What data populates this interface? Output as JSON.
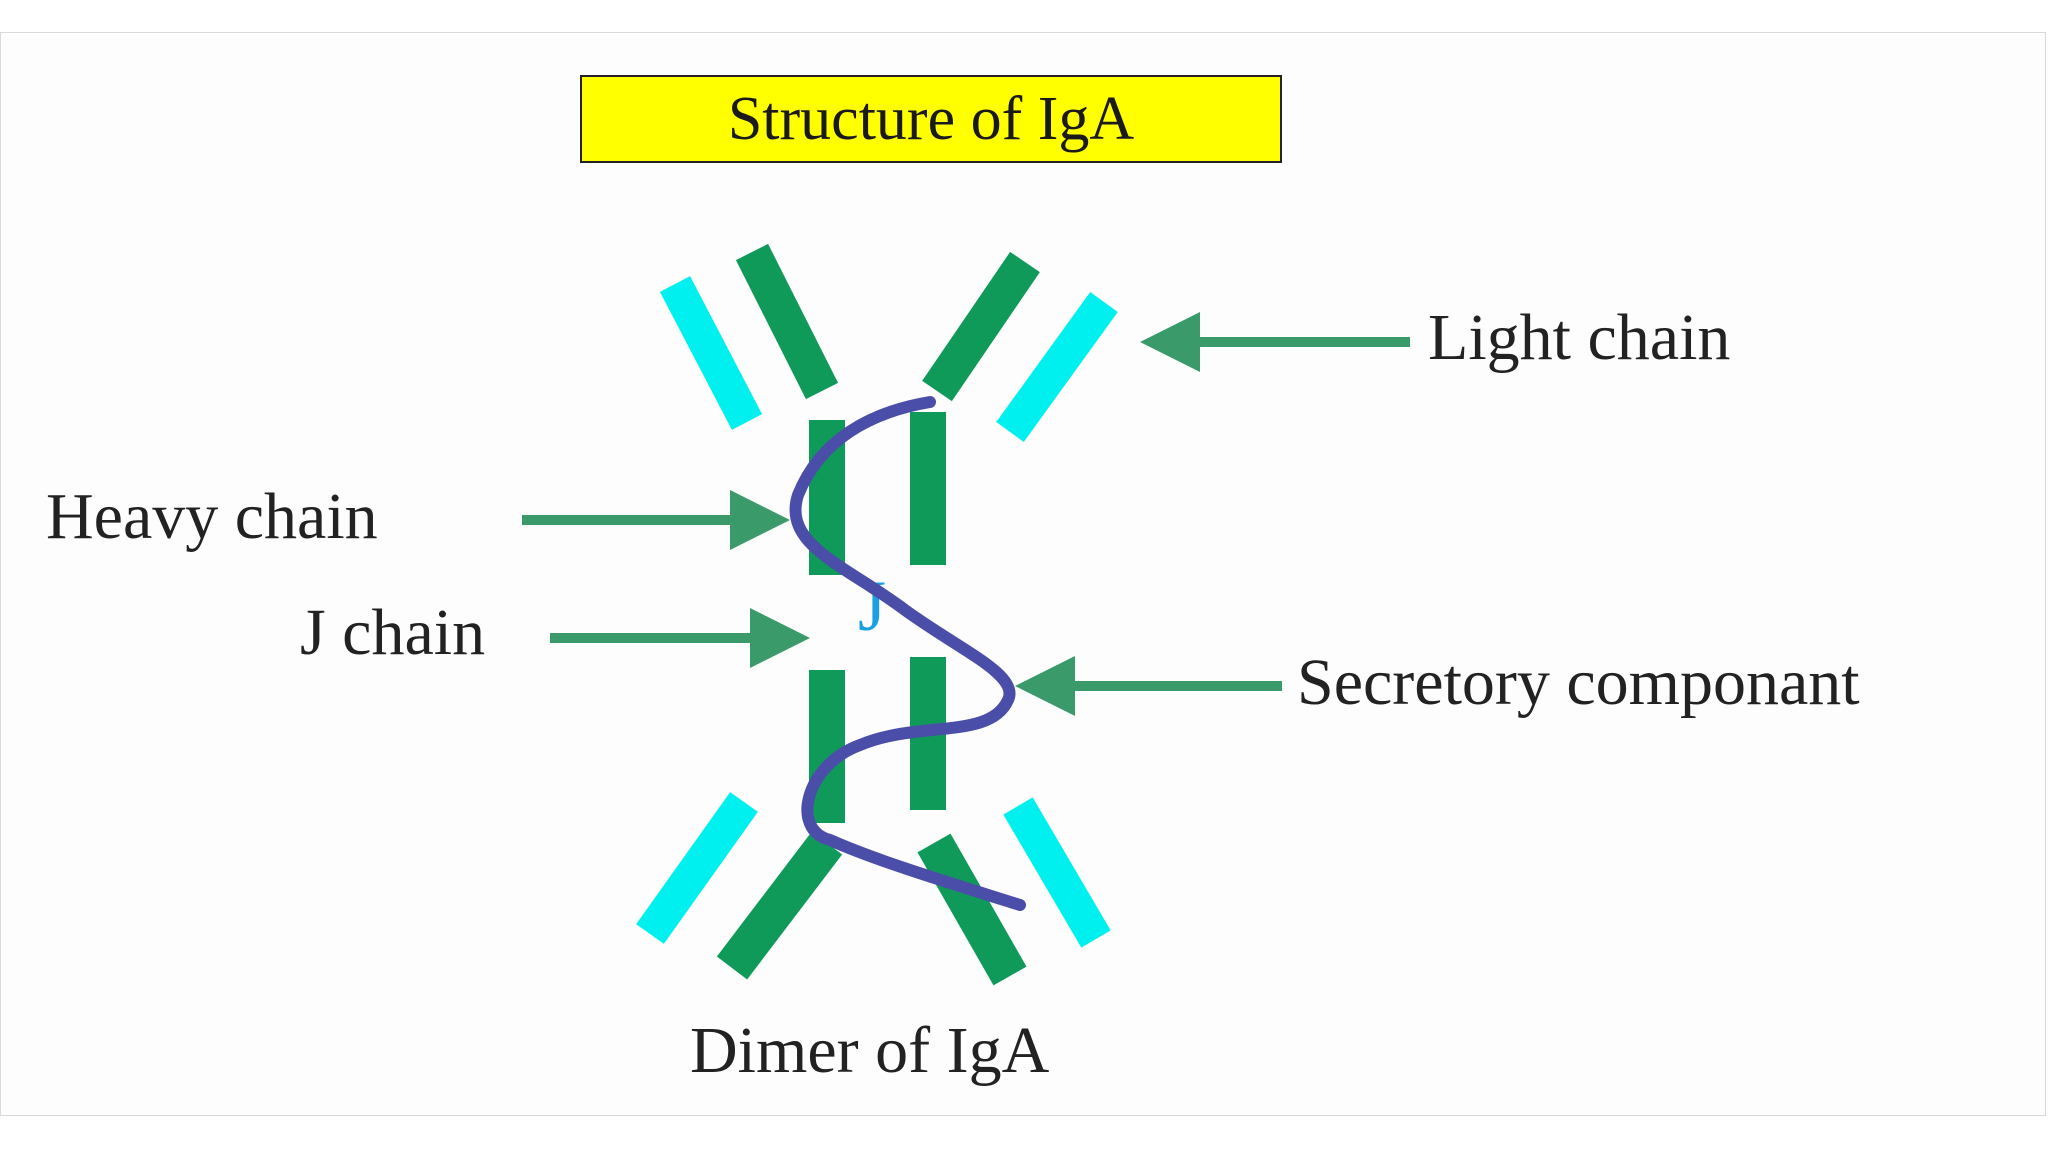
{
  "title": "Structure of IgA",
  "labels": {
    "light_chain": "Light chain",
    "heavy_chain": "Heavy chain",
    "j_chain": "J chain",
    "secretory_component": "Secretory componant",
    "caption": "Dimer of IgA",
    "j_marker": "J"
  },
  "colors": {
    "heavy_chain": "#109a5a",
    "light_chain": "#00f0f0",
    "secretory_component": "#4b4ea8",
    "arrow": "#3a9a6a",
    "j_marker": "#1aa0e0",
    "title_background": "#ffff00"
  }
}
